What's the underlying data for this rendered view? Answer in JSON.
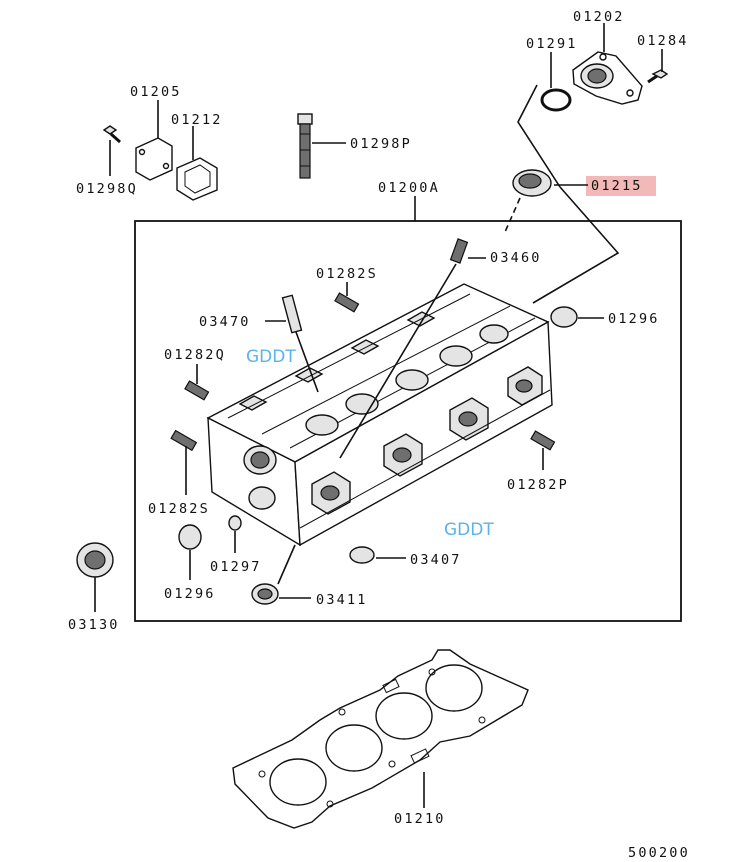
{
  "labels": {
    "p01202": "01202",
    "p01291": "01291",
    "p01284": "01284",
    "p01205": "01205",
    "p01212": "01212",
    "p01298P": "01298P",
    "p01298Q": "01298Q",
    "p01215": "01215",
    "p01200A": "01200A",
    "p03460": "03460",
    "p01282S_top": "01282S",
    "p03470": "03470",
    "p01296_right": "01296",
    "p01282Q": "01282Q",
    "p01282P": "01282P",
    "p01282S_bottom": "01282S",
    "p01297": "01297",
    "p03407": "03407",
    "p01296_left": "01296",
    "p03411": "03411",
    "p03130": "03130",
    "p01210": "01210",
    "diagram_code": "500200"
  },
  "watermarks": [
    "GDDT",
    "GDDT"
  ],
  "highlight": {
    "part": "01215",
    "color": "#f3b8b8"
  }
}
